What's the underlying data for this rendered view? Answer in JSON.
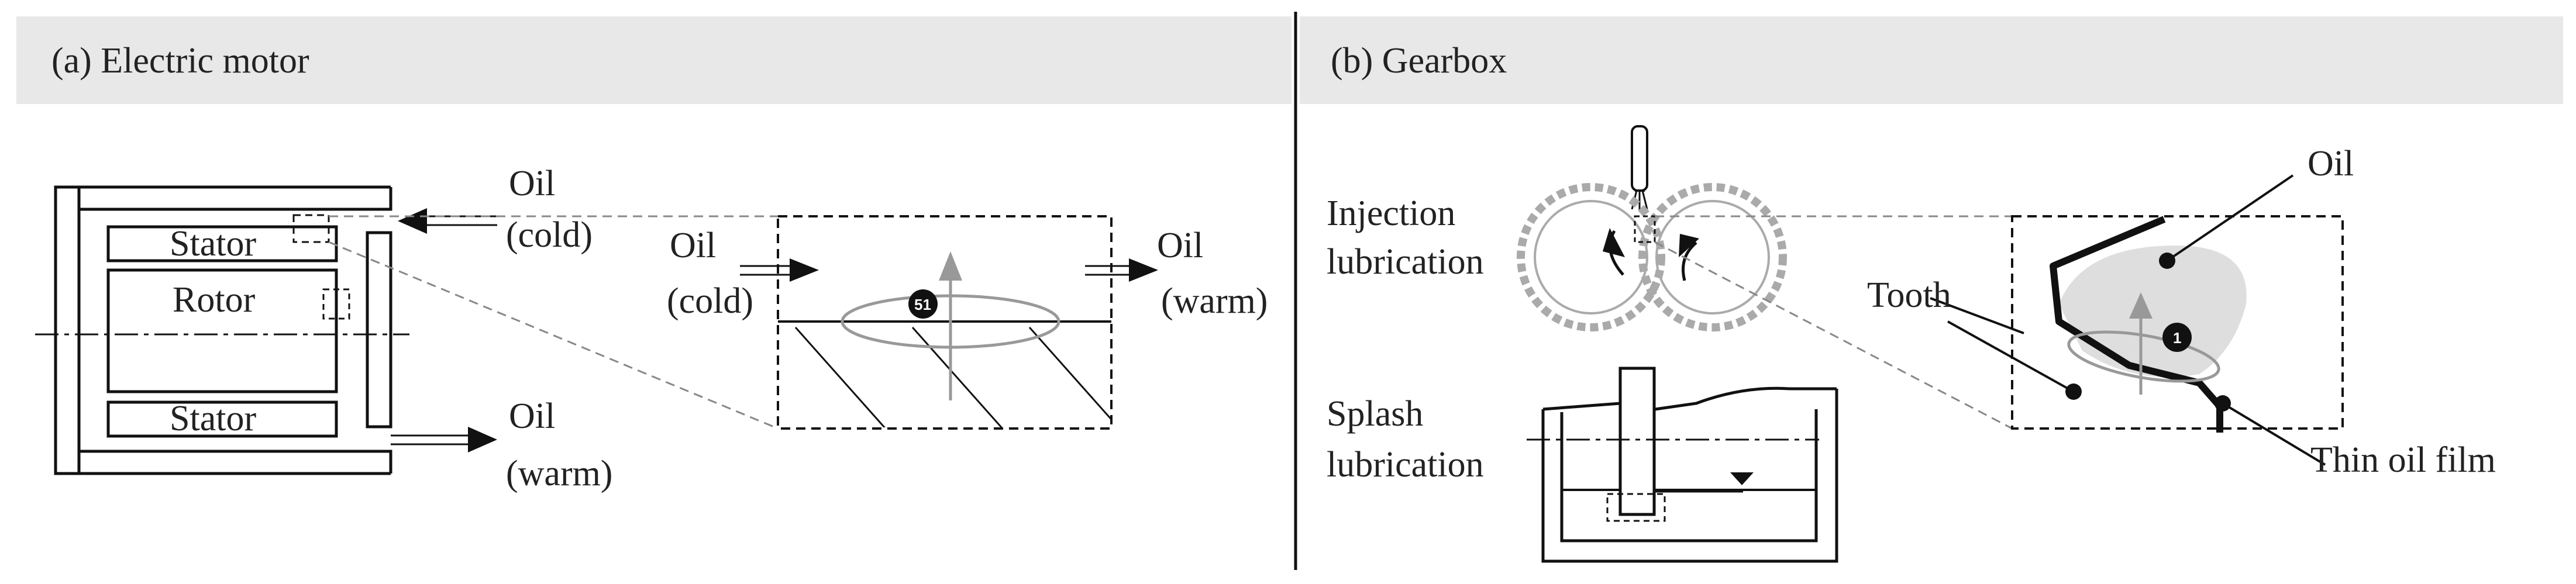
{
  "panels": {
    "left": {
      "title": "(a) Electric motor",
      "stator_top": "Stator",
      "rotor": "Rotor",
      "stator_bottom": "Stator",
      "oil_in_1": "Oil",
      "oil_in_2": "(cold)",
      "oil_out_1": "Oil",
      "oil_out_2": "(warm)",
      "detail_in_1": "Oil",
      "detail_in_2": "(cold)",
      "detail_out_1": "Oil",
      "detail_out_2": "(warm)",
      "marker": "51"
    },
    "right": {
      "title": "(b) Gearbox",
      "injection_1": "Injection",
      "injection_2": "lubrication",
      "splash_1": "Splash",
      "splash_2": "lubrication",
      "tooth": "Tooth",
      "oil": "Oil",
      "thin_film": "Thin oil film",
      "marker": "1"
    }
  },
  "colors": {
    "header_bg": "#e8e8e8",
    "line": "#111111",
    "gray_line": "#888888",
    "gear_gray": "#aaaaaa",
    "oil_fill": "#dedede"
  }
}
